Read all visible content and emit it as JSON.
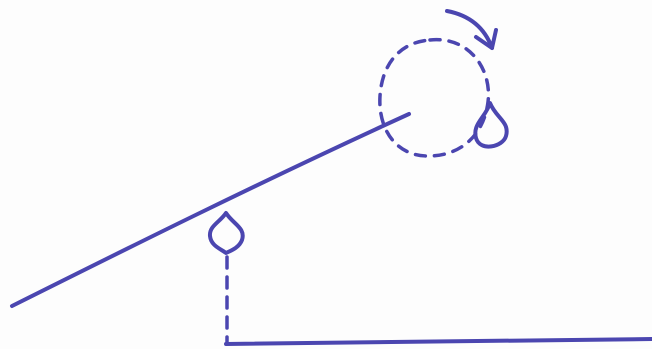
{
  "drawing": {
    "ink_color": "#4b46b0",
    "paper_color": "#fdfdfd",
    "elements": [
      "inclined-line",
      "rotation-circle",
      "rotation-arrow",
      "marker-at-circle",
      "marker-on-line",
      "projection-line",
      "baseline"
    ],
    "rotation_direction": "clockwise",
    "text_labels": []
  }
}
